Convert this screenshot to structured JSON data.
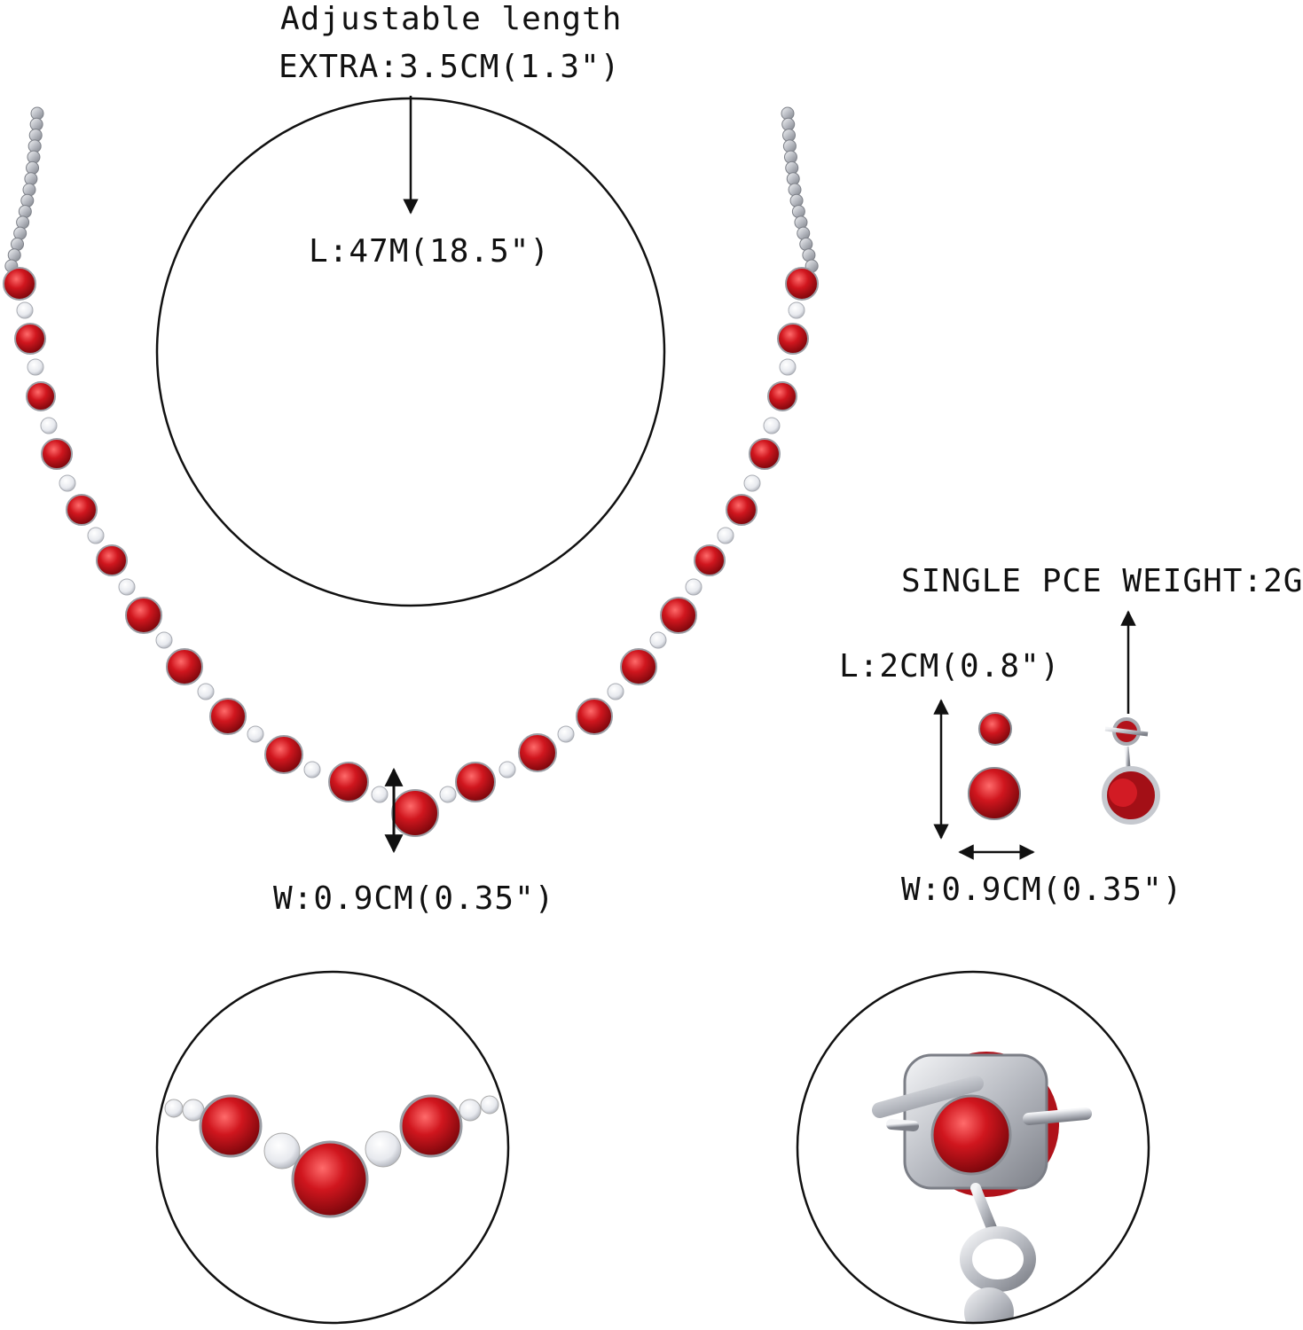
{
  "necklace": {
    "adjustable_label": "Adjustable length",
    "extra_label": "EXTRA:3.5CM(1.3\")",
    "length_label": "L:47M(18.5\")",
    "width_label": "W:0.9CM(0.35\")"
  },
  "earring": {
    "weight_label": "SINGLE PCE WEIGHT:2G",
    "length_label": "L:2CM(0.8\")",
    "width_label": "W:0.9CM(0.35\")"
  },
  "colors": {
    "gem_red": "#c8141c",
    "gem_red_dark": "#8e0a10",
    "gem_white": "#eef0f4",
    "metal": "#c9ccd2",
    "line": "#111111"
  }
}
